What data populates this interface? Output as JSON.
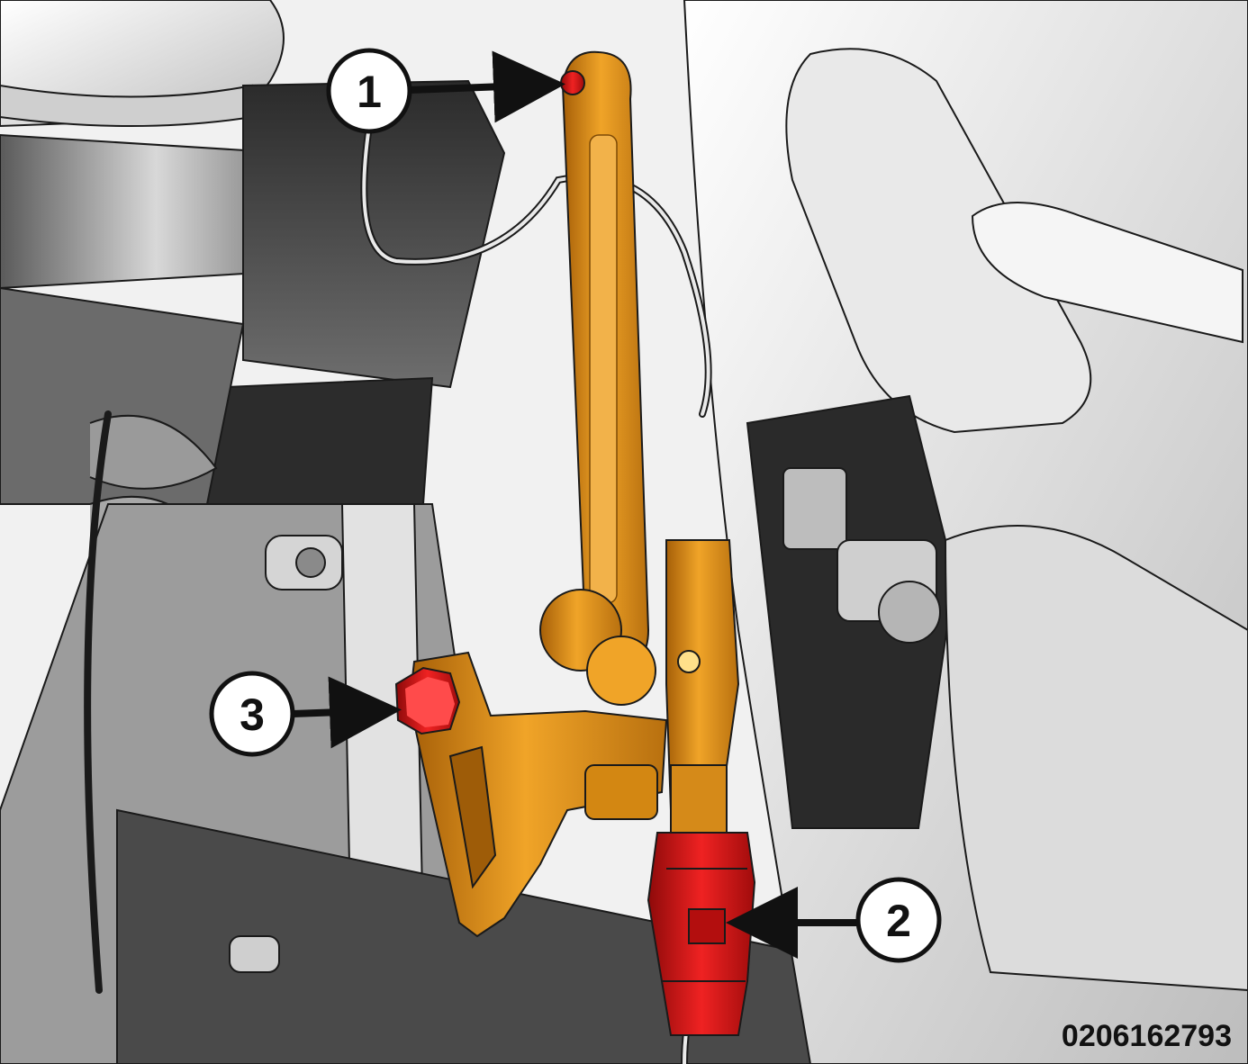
{
  "figure": {
    "id_label": "0206162793"
  },
  "callouts": [
    {
      "number": "1",
      "points_to": "upper linkage ball stud"
    },
    {
      "number": "2",
      "points_to": "lower connector"
    },
    {
      "number": "3",
      "points_to": "mounting nut"
    }
  ],
  "colors": {
    "background_light": "#f2f2f2",
    "line": "#1a1a1a",
    "shade": "#8c8c8c",
    "dark": "#3a3a3a",
    "part_highlight": "#e69a1e",
    "part_highlight_dark": "#b86d0c",
    "fastener_red": "#e01818",
    "fastener_red_dark": "#9c0b0b",
    "callout_fill": "#ffffff"
  },
  "icons": {
    "sensor_arm": "orange-sensor-arm",
    "bracket": "orange-mounting-bracket",
    "connector": "red-connector",
    "nut": "red-hex-nut"
  }
}
